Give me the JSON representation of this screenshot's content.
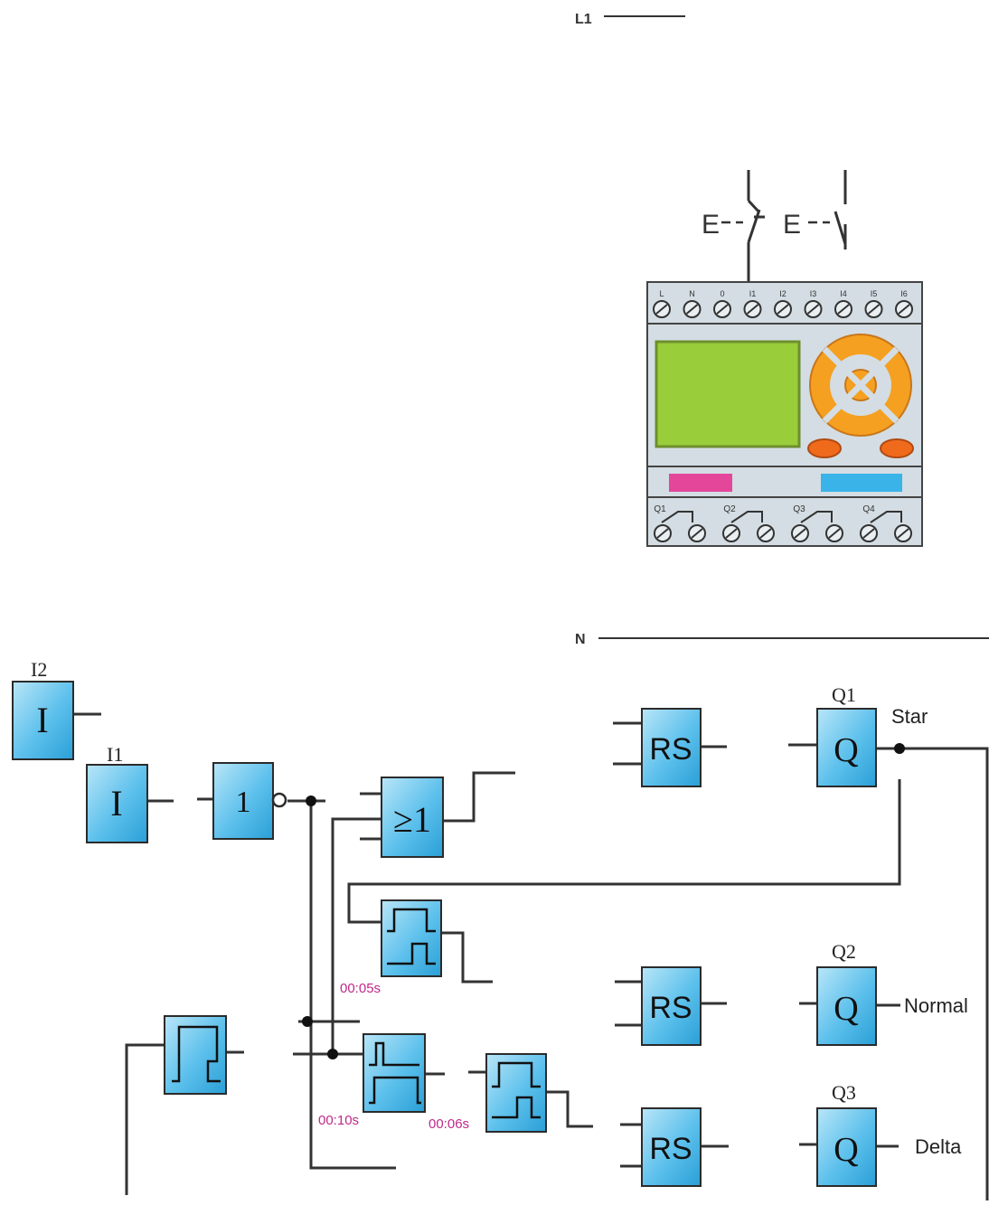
{
  "colors": {
    "block_fill": "#38aee0",
    "block_stroke": "#2b2b2b",
    "wire": "#333333",
    "lcd": "#9acd3a",
    "keypad": "#f5a020",
    "time_label": "#c0288a",
    "pink_strip": "#e4479a",
    "blue_strip": "#3ab3e8",
    "plc_body": "#d3dde3"
  },
  "rails": {
    "l1": "L1",
    "n": "N"
  },
  "switch_labels": {
    "sw1": "E",
    "sw2": "E"
  },
  "plc": {
    "input_terminals": [
      "L",
      "N",
      "0",
      "I1",
      "I2",
      "I3",
      "I4",
      "I5",
      "I6"
    ],
    "output_labels": [
      "Q1",
      "Q2",
      "Q3",
      "Q4"
    ]
  },
  "blocks": {
    "i2": {
      "tag": "I2",
      "symbol": "I"
    },
    "i1": {
      "tag": "I1",
      "symbol": "I"
    },
    "not_gate": {
      "symbol": "1"
    },
    "or_gate": {
      "symbol": "≥1"
    },
    "rs1": {
      "symbol": "RS"
    },
    "rs2": {
      "symbol": "RS"
    },
    "rs3": {
      "symbol": "RS"
    },
    "q1": {
      "tag": "Q1",
      "symbol": "Q",
      "label": "Star"
    },
    "q2": {
      "tag": "Q2",
      "symbol": "Q",
      "label": "Normal"
    },
    "q3": {
      "tag": "Q3",
      "symbol": "Q",
      "label": "Delta"
    }
  },
  "timers": {
    "t05": "00:05s",
    "t10": "00:10s",
    "t06": "00:06s"
  }
}
